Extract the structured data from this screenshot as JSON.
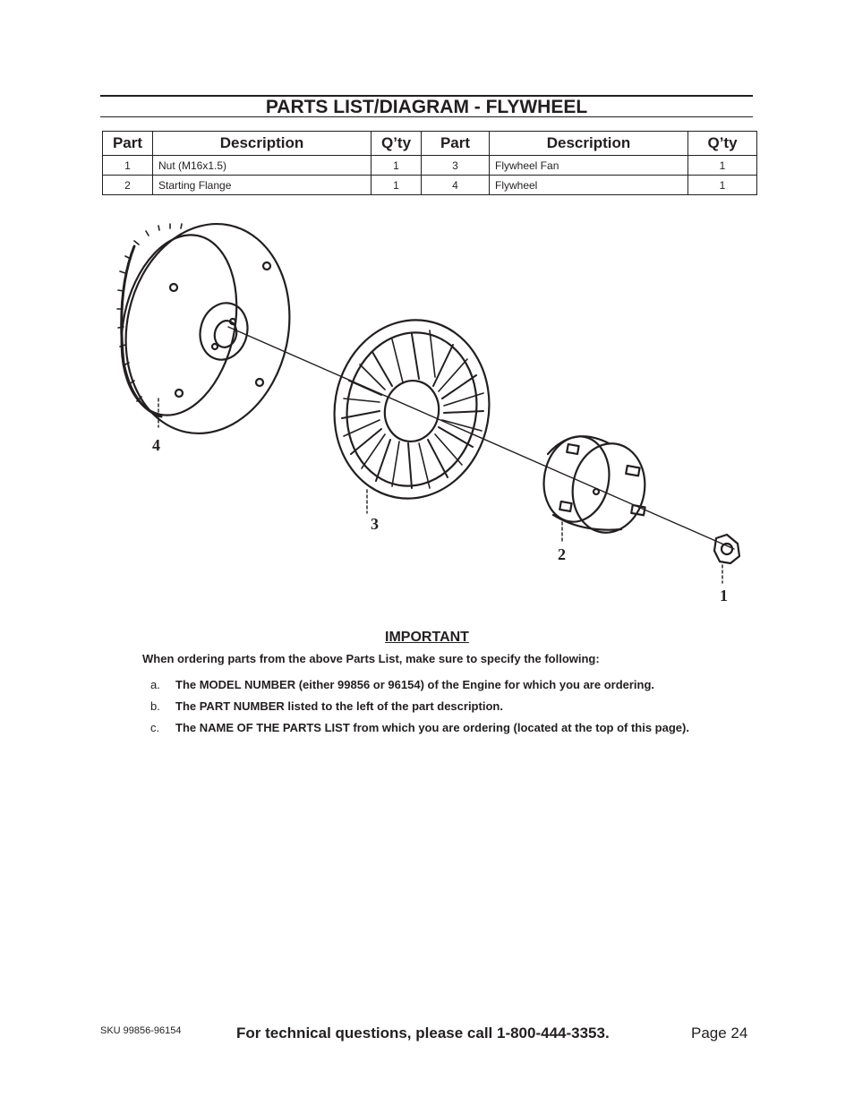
{
  "title": "PARTS LIST/DIAGRAM - FLYWHEEL",
  "table": {
    "headers": [
      "Part",
      "Description",
      "Q’ty",
      "Part",
      "Description",
      "Q’ty"
    ],
    "rows": [
      [
        "1",
        "Nut (M16x1.5)",
        "1",
        "3",
        "Flywheel Fan",
        "1"
      ],
      [
        "2",
        "Starting Flange",
        "1",
        "4",
        "Flywheel",
        "1"
      ]
    ]
  },
  "diagram": {
    "callouts": [
      "4",
      "3",
      "2",
      "1"
    ]
  },
  "important": {
    "heading": "IMPORTANT",
    "intro": "When ordering parts from the above Parts List, make sure to specify the following:",
    "items": [
      {
        "letter": "a.",
        "text": "The MODEL NUMBER (either 99856 or 96154) of the Engine for which you are ordering."
      },
      {
        "letter": "b.",
        "text": "The PART NUMBER listed to the left of the part description."
      },
      {
        "letter": "c.",
        "text": "The NAME OF THE PARTS LIST from which you are ordering (located at the top of this page)."
      }
    ]
  },
  "footer": {
    "sku": "SKU 99856-96154",
    "call": "For technical questions, please call 1-800-444-3353.",
    "page": "Page 24"
  }
}
